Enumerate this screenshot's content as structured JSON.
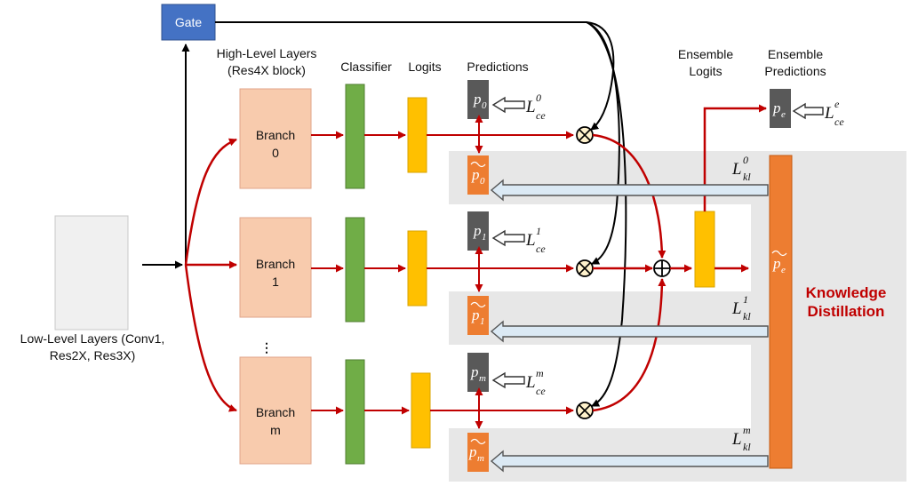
{
  "gate": {
    "label": "Gate"
  },
  "low_level": {
    "line1": "Low-Level Layers (Conv1,",
    "line2": "Res2X, Res3X)"
  },
  "headers": {
    "high_level_line1": "High-Level Layers",
    "high_level_line2": "(Res4X block)",
    "classifier": "Classifier",
    "logits": "Logits",
    "predictions": "Predictions",
    "ensemble_logits_line1": "Ensemble",
    "ensemble_logits_line2": "Logits",
    "ensemble_predictions_line1": "Ensemble",
    "ensemble_predictions_line2": "Predictions"
  },
  "branches": [
    {
      "label": "Branch",
      "index": "0",
      "p": "p",
      "p_sub": "0",
      "lce_sup": "0",
      "lkl_sup": "0"
    },
    {
      "label": "Branch",
      "index": "1",
      "p": "p",
      "p_sub": "1",
      "lce_sup": "1",
      "lkl_sup": "1"
    },
    {
      "label": "Branch",
      "index": "m",
      "p": "p",
      "p_sub": "m",
      "lce_sup": "m",
      "lkl_sup": "m"
    }
  ],
  "loss": {
    "L": "L",
    "ce": "ce",
    "kl": "kl"
  },
  "ensemble": {
    "p": "p",
    "p_sub": "e",
    "lce_sup": "e"
  },
  "ellipsis": "⋮",
  "knowledge_distillation": {
    "line1": "Knowledge",
    "line2": "Distillation"
  },
  "colors": {
    "gate": "#4472c4",
    "branch": "#f8cbad",
    "classifier": "#70ad47",
    "logits": "#ffc000",
    "prediction": "#595959",
    "soft_prediction": "#ed7d31",
    "red_arrow": "#c00000",
    "kd_text": "#c00000",
    "panel": "#e7e7e7"
  }
}
